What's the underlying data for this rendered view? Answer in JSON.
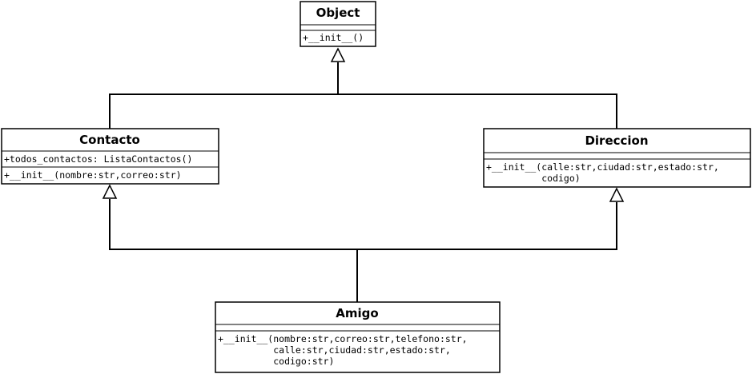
{
  "diagram": {
    "classes": {
      "object": {
        "name": "Object",
        "attributes": [],
        "methods": [
          [
            "+__init__()"
          ]
        ]
      },
      "contacto": {
        "name": "Contacto",
        "attributes": [
          [
            "+todos_contactos: ListaContactos()"
          ]
        ],
        "methods": [
          [
            "+__init__(nombre:str,correo:str)"
          ]
        ]
      },
      "direccion": {
        "name": "Direccion",
        "attributes": [],
        "methods": [
          [
            "+__init__(calle:str,ciudad:str,estado:str,",
            "          codigo)"
          ]
        ]
      },
      "amigo": {
        "name": "Amigo",
        "attributes": [],
        "methods": [
          [
            "+__init__(nombre:str,correo:str,telefono:str,",
            "          calle:str,ciudad:str,estado:str,",
            "          codigo:str)"
          ]
        ]
      }
    },
    "relations": [
      {
        "type": "generalization",
        "from": "Contacto",
        "to": "Object"
      },
      {
        "type": "generalization",
        "from": "Direccion",
        "to": "Object"
      },
      {
        "type": "generalization",
        "from": "Amigo",
        "to": "Contacto"
      },
      {
        "type": "generalization",
        "from": "Amigo",
        "to": "Direccion"
      }
    ]
  }
}
